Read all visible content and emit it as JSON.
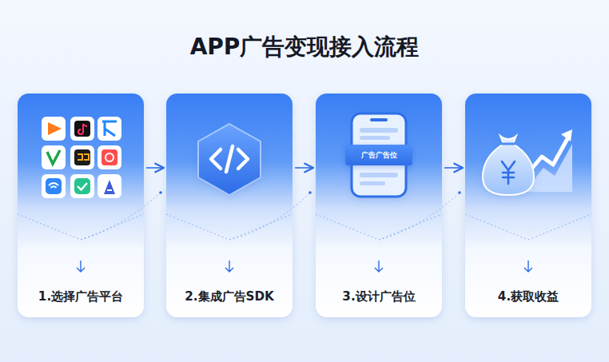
{
  "diagram": {
    "title": "APP广告变现接入流程",
    "nodes": [
      {
        "text": [
          "1.选择广告平台"
        ]
      },
      {
        "text": [
          "2.集成广告SDK"
        ]
      },
      {
        "text": [
          "3.设计广告位"
        ]
      },
      {
        "text": [
          "广告广告位"
        ],
        "in": 2
      },
      {
        "text": [
          "4.获取收益"
        ]
      }
    ],
    "edges": [
      {
        "from": 0,
        "to": 1,
        "arrow": "to"
      },
      {
        "from": 1,
        "to": 2,
        "arrow": "to"
      },
      {
        "from": 2,
        "to": 4,
        "arrow": "to"
      }
    ]
  }
}
